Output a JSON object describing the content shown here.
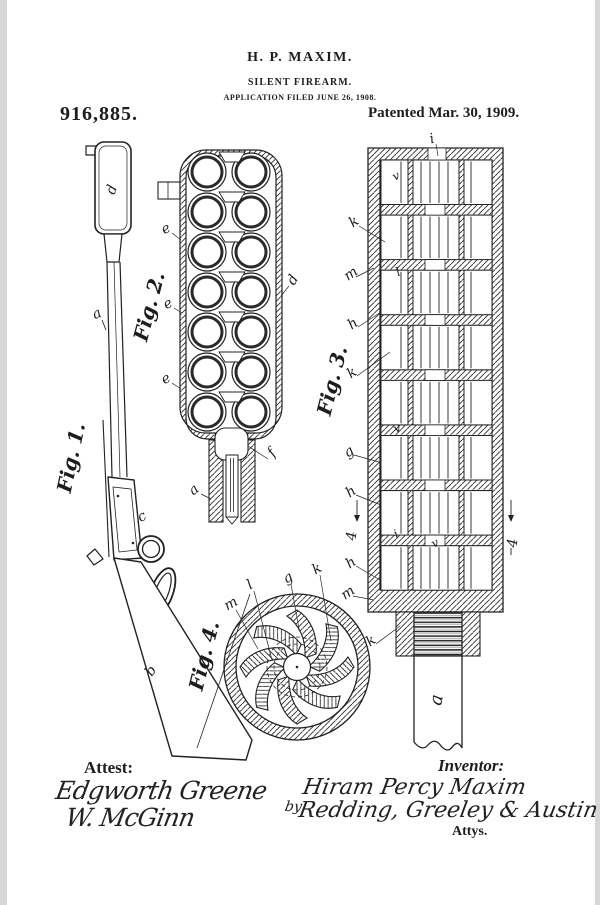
{
  "header": {
    "inventor_name": "H. P. MAXIM.",
    "doc_title": "SILENT FIREARM.",
    "application_line": "APPLICATION FILED JUNE 26, 1908.",
    "patent_number": "916,885.",
    "patented_line": "Patented Mar. 30, 1909."
  },
  "figures": {
    "fig1": {
      "label": "Fig. 1.",
      "callouts": {
        "d": "d",
        "a": "a",
        "c": "c",
        "b": "b"
      }
    },
    "fig2": {
      "label": "Fig. 2.",
      "callouts": {
        "e1": "e",
        "e2": "e",
        "e3": "e",
        "d": "d",
        "f": "f",
        "a": "a"
      }
    },
    "fig3": {
      "label": "Fig. 3.",
      "callouts": {
        "i_top": "i",
        "v_row1": "v",
        "k1": "k",
        "m1": "m",
        "l_row2": "l",
        "h1": "h",
        "k2": "k",
        "v_row4": "v",
        "g1": "g",
        "h2": "h",
        "sec4_left": "4",
        "i_row6": "i",
        "v_row6": "v",
        "h3": "h",
        "m2": "m",
        "k3": "k",
        "sec4_right": "4",
        "a_barrel": "a"
      }
    },
    "fig4": {
      "label": "Fig. 4.",
      "callouts": {
        "m": "m",
        "l": "l",
        "g": "g",
        "k": "k"
      }
    }
  },
  "footer": {
    "attest_label": "Attest:",
    "attest_signature_1": "Edgworth Greene",
    "attest_signature_2": "W. McGinn",
    "inventor_label": "Inventor:",
    "by_label": "by",
    "inventor_signature": "Hiram Percy Maxim",
    "attorney_signature": "Redding, Greeley & Austin",
    "attorney_suffix": "Attys."
  },
  "ink_color": "#1d1d1d",
  "paper_color": "#ffffff"
}
